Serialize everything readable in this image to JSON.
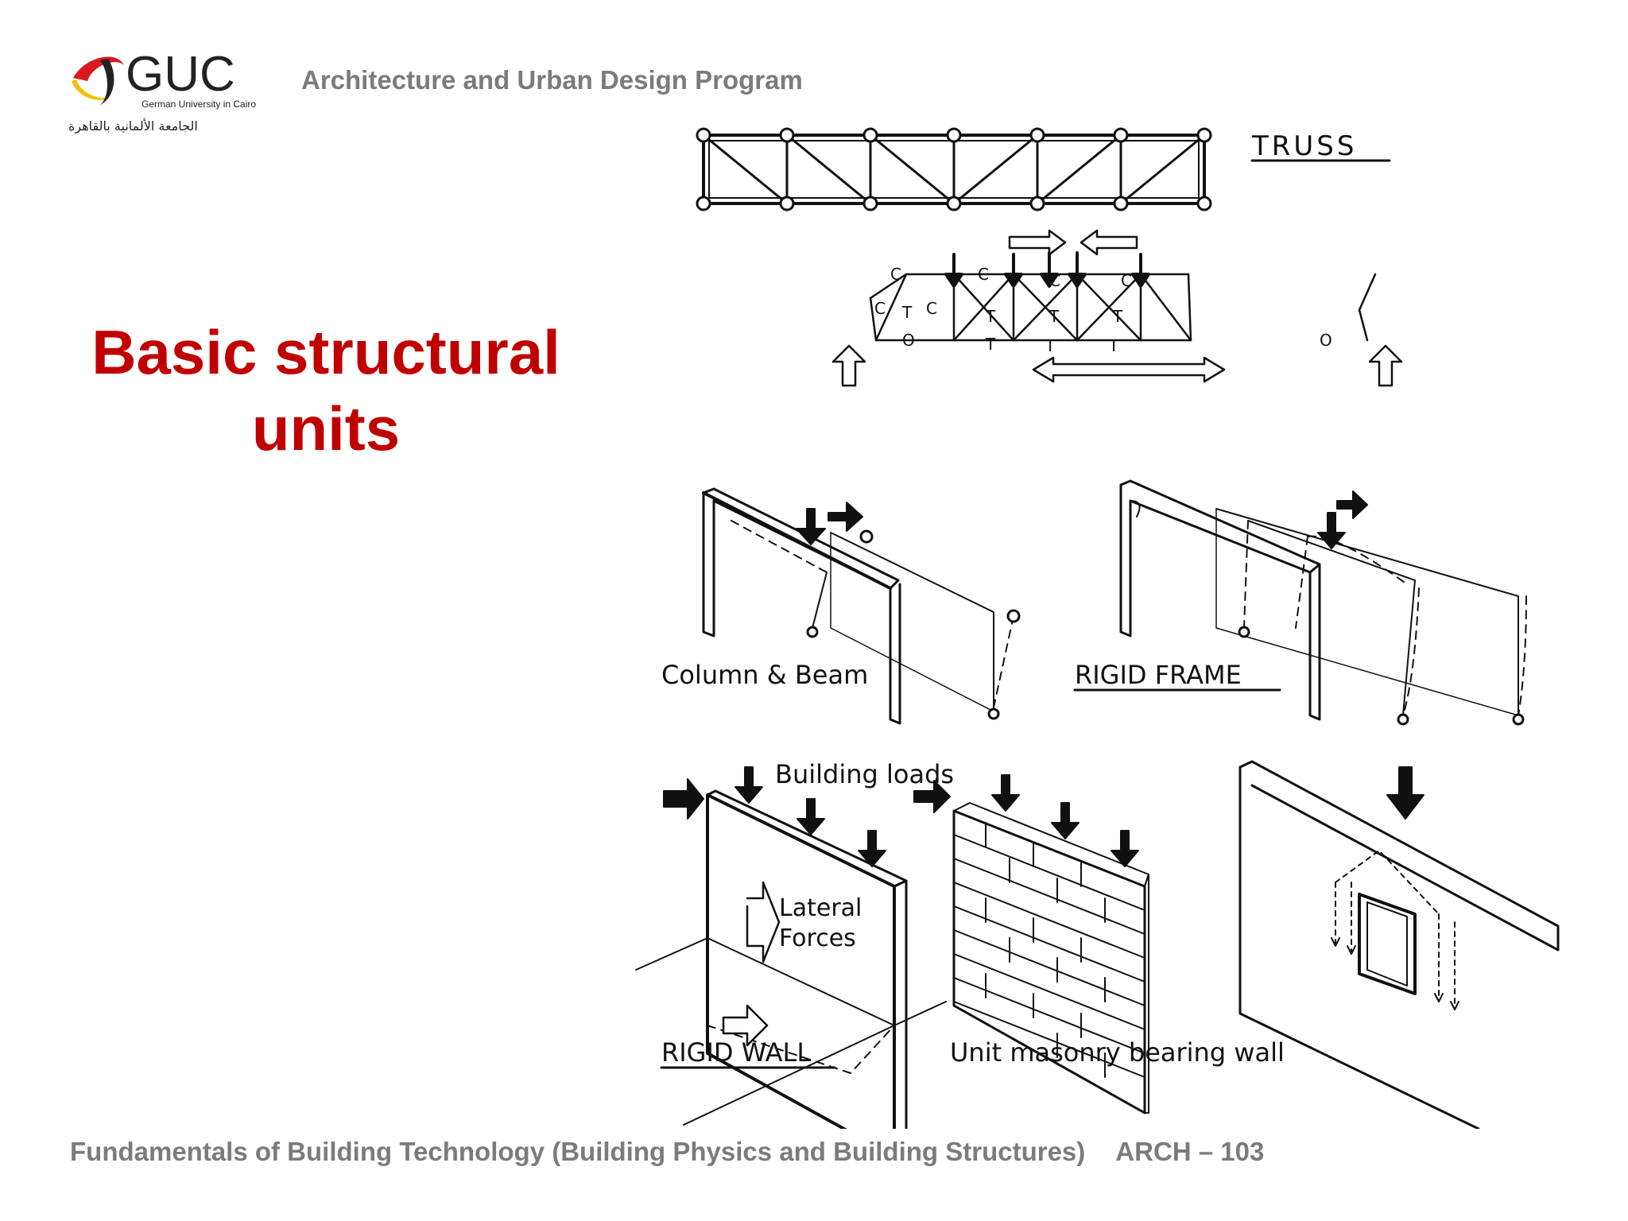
{
  "header": {
    "logo_text": "GUC",
    "logo_subtitle": "German University in Cairo",
    "logo_arabic": "الجامعة الألمانية بالقاهرة",
    "program": "Architecture and Urban Design Program"
  },
  "slide": {
    "title_line1": "Basic structural",
    "title_line2": "units"
  },
  "figure": {
    "truss_label": "TRUSS",
    "column_beam_label": "Column & Beam",
    "rigid_frame_label": "RIGID FRAME",
    "building_loads_label": "Building loads",
    "lateral_label_line1": "Lateral",
    "lateral_label_line2": "Forces",
    "rigid_wall_label": "RIGID WALL",
    "masonry_label": "Unit masonry bearing wall",
    "force_marks": {
      "compression": "C",
      "tension": "T",
      "zero": "O"
    }
  },
  "footer": {
    "course": "Fundamentals of Building Technology (Building Physics and Building Structures)",
    "code": "ARCH – 103"
  },
  "colors": {
    "title": "#c00000",
    "gray_text": "#7b7b7b",
    "logo_red": "#d71920",
    "logo_yellow": "#f2c200"
  }
}
